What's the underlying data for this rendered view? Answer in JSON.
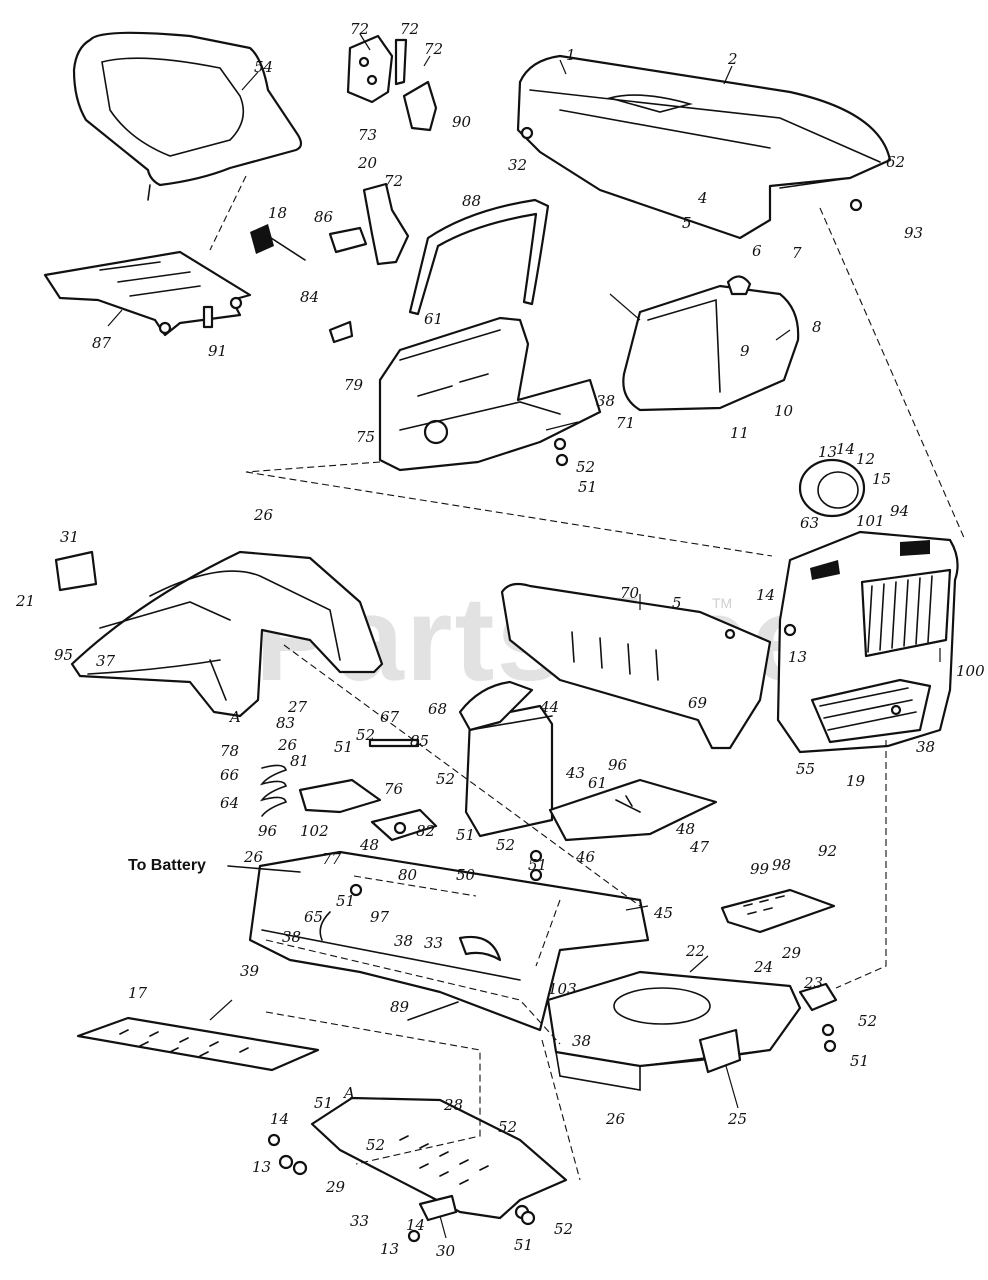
{
  "watermark": "PartsTree",
  "watermark_mark": "TM",
  "annotation_to_battery": "To Battery",
  "callouts": [
    {
      "key": "c54",
      "text": "54"
    },
    {
      "key": "c72a",
      "text": "72"
    },
    {
      "key": "c72b",
      "text": "72"
    },
    {
      "key": "c72c",
      "text": "72"
    },
    {
      "key": "c73",
      "text": "73"
    },
    {
      "key": "c1",
      "text": "1"
    },
    {
      "key": "c2",
      "text": "2"
    },
    {
      "key": "c90",
      "text": "90"
    },
    {
      "key": "c32",
      "text": "32"
    },
    {
      "key": "c62",
      "text": "62"
    },
    {
      "key": "c93",
      "text": "93"
    },
    {
      "key": "c4",
      "text": "4"
    },
    {
      "key": "c5a",
      "text": "5"
    },
    {
      "key": "c6",
      "text": "6"
    },
    {
      "key": "c20",
      "text": "20"
    },
    {
      "key": "c72d",
      "text": "72"
    },
    {
      "key": "c18",
      "text": "18"
    },
    {
      "key": "c86",
      "text": "86"
    },
    {
      "key": "c88",
      "text": "88"
    },
    {
      "key": "c7",
      "text": "7"
    },
    {
      "key": "c8",
      "text": "8"
    },
    {
      "key": "c9",
      "text": "9"
    },
    {
      "key": "c84",
      "text": "84"
    },
    {
      "key": "c61a",
      "text": "61"
    },
    {
      "key": "c87",
      "text": "87"
    },
    {
      "key": "c91",
      "text": "91"
    },
    {
      "key": "c79",
      "text": "79"
    },
    {
      "key": "c75",
      "text": "75"
    },
    {
      "key": "c38a",
      "text": "38"
    },
    {
      "key": "c71",
      "text": "71"
    },
    {
      "key": "c52a",
      "text": "52"
    },
    {
      "key": "c51a",
      "text": "51"
    },
    {
      "key": "c10",
      "text": "10"
    },
    {
      "key": "c11",
      "text": "11"
    },
    {
      "key": "c13a",
      "text": "13"
    },
    {
      "key": "c14a",
      "text": "14"
    },
    {
      "key": "c12",
      "text": "12"
    },
    {
      "key": "c15",
      "text": "15"
    },
    {
      "key": "c26a",
      "text": "26"
    },
    {
      "key": "c31",
      "text": "31"
    },
    {
      "key": "c21",
      "text": "21"
    },
    {
      "key": "c95",
      "text": "95"
    },
    {
      "key": "c37",
      "text": "37"
    },
    {
      "key": "cA1",
      "text": "A"
    },
    {
      "key": "c27",
      "text": "27"
    },
    {
      "key": "c70",
      "text": "70"
    },
    {
      "key": "c5b",
      "text": "5"
    },
    {
      "key": "c63",
      "text": "63"
    },
    {
      "key": "c101",
      "text": "101"
    },
    {
      "key": "c94",
      "text": "94"
    },
    {
      "key": "c14b",
      "text": "14"
    },
    {
      "key": "c13b",
      "text": "13"
    },
    {
      "key": "c100",
      "text": "100"
    },
    {
      "key": "c69",
      "text": "69"
    },
    {
      "key": "c38b",
      "text": "38"
    },
    {
      "key": "c55",
      "text": "55"
    },
    {
      "key": "c19",
      "text": "19"
    },
    {
      "key": "c83",
      "text": "83"
    },
    {
      "key": "c78",
      "text": "78"
    },
    {
      "key": "c66",
      "text": "66"
    },
    {
      "key": "c64",
      "text": "64"
    },
    {
      "key": "c26b",
      "text": "26"
    },
    {
      "key": "c81",
      "text": "81"
    },
    {
      "key": "c51b",
      "text": "51"
    },
    {
      "key": "c52b",
      "text": "52"
    },
    {
      "key": "c67",
      "text": "67"
    },
    {
      "key": "c68",
      "text": "68"
    },
    {
      "key": "c85",
      "text": "85"
    },
    {
      "key": "c44",
      "text": "44"
    },
    {
      "key": "c43",
      "text": "43"
    },
    {
      "key": "c96a",
      "text": "96"
    },
    {
      "key": "c61b",
      "text": "61"
    },
    {
      "key": "c76",
      "text": "76"
    },
    {
      "key": "c52c",
      "text": "52"
    },
    {
      "key": "c96b",
      "text": "96"
    },
    {
      "key": "c102",
      "text": "102"
    },
    {
      "key": "c82",
      "text": "82"
    },
    {
      "key": "c51c",
      "text": "51"
    },
    {
      "key": "c48a",
      "text": "48"
    },
    {
      "key": "c52d",
      "text": "52"
    },
    {
      "key": "c51d",
      "text": "51"
    },
    {
      "key": "c46",
      "text": "46"
    },
    {
      "key": "c48b",
      "text": "48"
    },
    {
      "key": "c47",
      "text": "47"
    },
    {
      "key": "c26c",
      "text": "26"
    },
    {
      "key": "c77",
      "text": "77"
    },
    {
      "key": "c50",
      "text": "50"
    },
    {
      "key": "c80",
      "text": "80"
    },
    {
      "key": "c65",
      "text": "65"
    },
    {
      "key": "c51e",
      "text": "51"
    },
    {
      "key": "c97",
      "text": "97"
    },
    {
      "key": "c33a",
      "text": "33"
    },
    {
      "key": "c38c",
      "text": "38"
    },
    {
      "key": "c45",
      "text": "45"
    },
    {
      "key": "c92",
      "text": "92"
    },
    {
      "key": "c99",
      "text": "99"
    },
    {
      "key": "c98",
      "text": "98"
    },
    {
      "key": "c29a",
      "text": "29"
    },
    {
      "key": "c39",
      "text": "39"
    },
    {
      "key": "c38d",
      "text": "38"
    },
    {
      "key": "c22",
      "text": "22"
    },
    {
      "key": "c24",
      "text": "24"
    },
    {
      "key": "c23",
      "text": "23"
    },
    {
      "key": "c52e",
      "text": "52"
    },
    {
      "key": "c51f",
      "text": "51"
    },
    {
      "key": "c17",
      "text": "17"
    },
    {
      "key": "c89",
      "text": "89"
    },
    {
      "key": "c103",
      "text": "103"
    },
    {
      "key": "c38e",
      "text": "38"
    },
    {
      "key": "c26d",
      "text": "26"
    },
    {
      "key": "c25",
      "text": "25"
    },
    {
      "key": "c51g",
      "text": "51"
    },
    {
      "key": "cA2",
      "text": "A"
    },
    {
      "key": "c28",
      "text": "28"
    },
    {
      "key": "c52f",
      "text": "52"
    },
    {
      "key": "c14c",
      "text": "14"
    },
    {
      "key": "c13c",
      "text": "13"
    },
    {
      "key": "c52g",
      "text": "52"
    },
    {
      "key": "c29b",
      "text": "29"
    },
    {
      "key": "c33b",
      "text": "33"
    },
    {
      "key": "c14d",
      "text": "14"
    },
    {
      "key": "c13d",
      "text": "13"
    },
    {
      "key": "c30",
      "text": "30"
    },
    {
      "key": "c51h",
      "text": "51"
    },
    {
      "key": "c52h",
      "text": "52"
    }
  ]
}
